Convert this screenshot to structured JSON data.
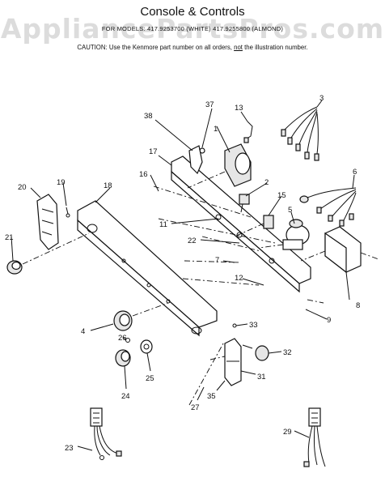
{
  "header": {
    "title": "Console & Controls",
    "subtitle": "FOR MODELS: 417.9253700 (WHITE) 417.9255800 (ALMOND)",
    "watermark": "AppliancePartsPros.com",
    "caution_prefix": "CAUTION:  Use the Kenmore part number on all orders, ",
    "caution_emphasis": "not",
    "caution_suffix": " the illustration number."
  },
  "callouts": [
    "1",
    "2",
    "3",
    "4",
    "5",
    "6",
    "7",
    "8",
    "9",
    "11",
    "12",
    "13",
    "15",
    "16",
    "17",
    "18",
    "19",
    "20",
    "21",
    "22",
    "23",
    "24",
    "25",
    "26",
    "27",
    "29",
    "31",
    "32",
    "33",
    "35",
    "37",
    "38"
  ]
}
